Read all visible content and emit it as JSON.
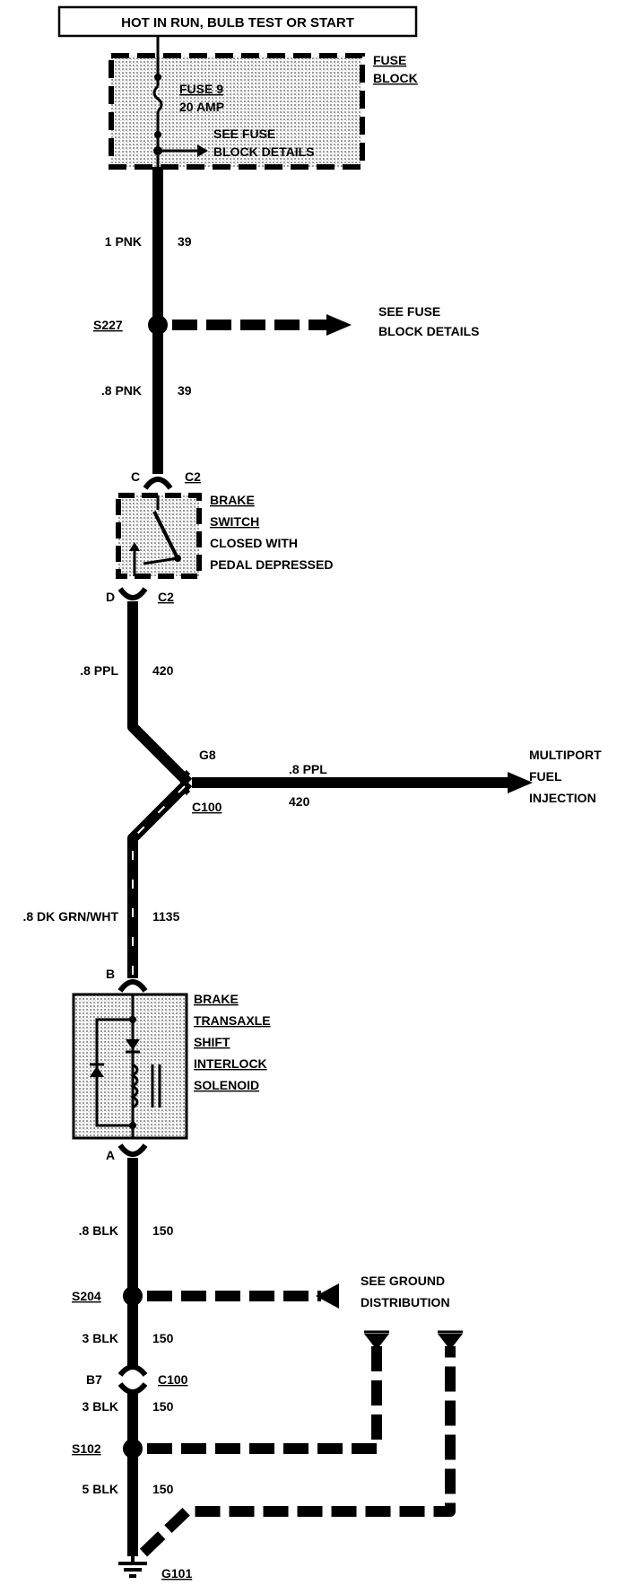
{
  "header": {
    "title": "HOT IN RUN, BULB TEST OR START"
  },
  "fuse_block": {
    "label_line1": "FUSE",
    "label_line2": "BLOCK",
    "fuse_name": "FUSE 9",
    "fuse_rating": "20 AMP",
    "details_line1": "SEE FUSE",
    "details_line2": "BLOCK DETAILS"
  },
  "wires": {
    "w1_gauge": "1 PNK",
    "w1_circuit": "39",
    "w2_gauge": ".8 PNK",
    "w2_circuit": "39",
    "w3_gauge": ".8 PPL",
    "w3_circuit": "420",
    "w4_gauge": ".8 PPL",
    "w4_circuit": "420",
    "w5_gauge": ".8 DK GRN/WHT",
    "w5_circuit": "1135",
    "w6_gauge": ".8 BLK",
    "w6_circuit": "150",
    "w7_gauge": "3 BLK",
    "w7_circuit": "150",
    "w8_gauge": "3 BLK",
    "w8_circuit": "150",
    "w9_gauge": "5 BLK",
    "w9_circuit": "150"
  },
  "splices": {
    "s227": "S227",
    "s227_ref_line1": "SEE FUSE",
    "s227_ref_line2": "BLOCK DETAILS",
    "s204": "S204",
    "s102": "S102",
    "ground_ref_line1": "SEE GROUND",
    "ground_ref_line2": "DISTRIBUTION",
    "ground": "G101"
  },
  "connectors": {
    "brake_in_pin": "C",
    "brake_in_conn": "C2",
    "brake_out_pin": "D",
    "brake_out_conn": "C2",
    "c100_pin": "G8",
    "c100_conn": "C100",
    "sol_in_pin": "B",
    "sol_out_pin": "A",
    "b7_pin": "B7",
    "b7_conn": "C100"
  },
  "components": {
    "brake_switch_line1": "BRAKE",
    "brake_switch_line2": "SWITCH",
    "brake_switch_line3": "CLOSED WITH",
    "brake_switch_line4": "PEDAL DEPRESSED",
    "solenoid_line1": "BRAKE",
    "solenoid_line2": "TRANSAXLE",
    "solenoid_line3": "SHIFT",
    "solenoid_line4": "INTERLOCK",
    "solenoid_line5": "SOLENOID",
    "mpfi_line1": "MULTIPORT",
    "mpfi_line2": "FUEL",
    "mpfi_line3": "INJECTION"
  }
}
